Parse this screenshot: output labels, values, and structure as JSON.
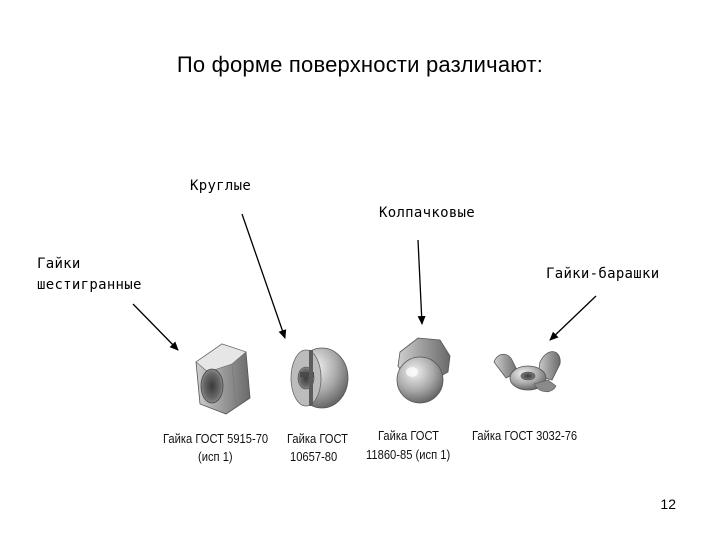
{
  "slide": {
    "title": "По форме поверхности различают:",
    "labels": {
      "round": "Круглые",
      "cap": "Колпачковые",
      "hex_line1": "Гайки",
      "hex_line2": "шестигранные",
      "wing": "Гайки-барашки"
    },
    "captions": {
      "hex_line1": "Гайка ГОСТ 5915-70",
      "hex_line2": "(исп 1)",
      "round_line1": "Гайка ГОСТ",
      "round_line2": "10657-80",
      "cap_line1": "Гайка ГОСТ",
      "cap_line2": "11860-85 (исп 1)",
      "wing_line1": "Гайка ГОСТ 3032-76"
    },
    "page_number": "12"
  }
}
